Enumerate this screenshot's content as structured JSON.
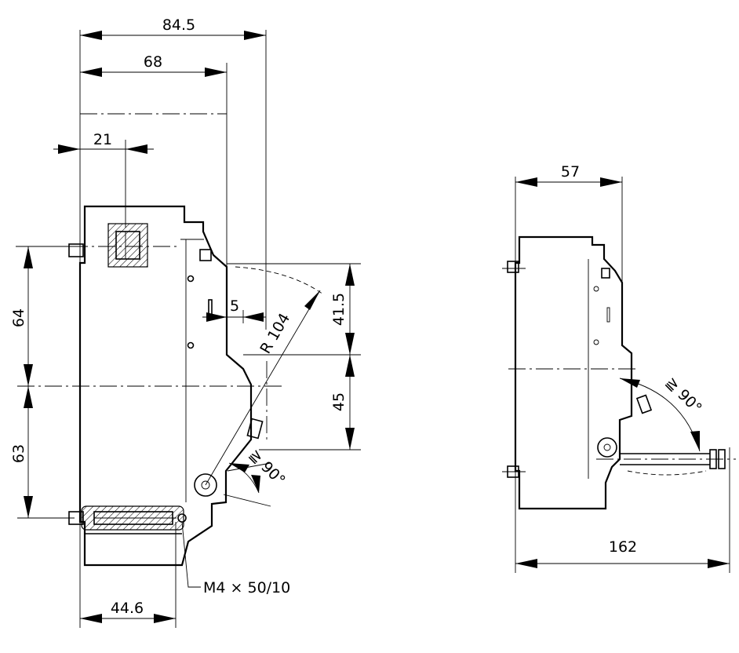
{
  "left_view": {
    "dimensions": {
      "width_84_5": "84.5",
      "width_68": "68",
      "width_21": "21",
      "height_64": "64",
      "height_63": "63",
      "offset_5": "5",
      "height_41_5": "41.5",
      "height_45": "45",
      "radius": "R 104",
      "angle": "≧ 90°",
      "bottom_width": "44.6"
    },
    "screw_label": "M4 × 50/10"
  },
  "right_view": {
    "dimensions": {
      "width_57": "57",
      "width_162": "162",
      "angle": "≧ 90°"
    }
  }
}
